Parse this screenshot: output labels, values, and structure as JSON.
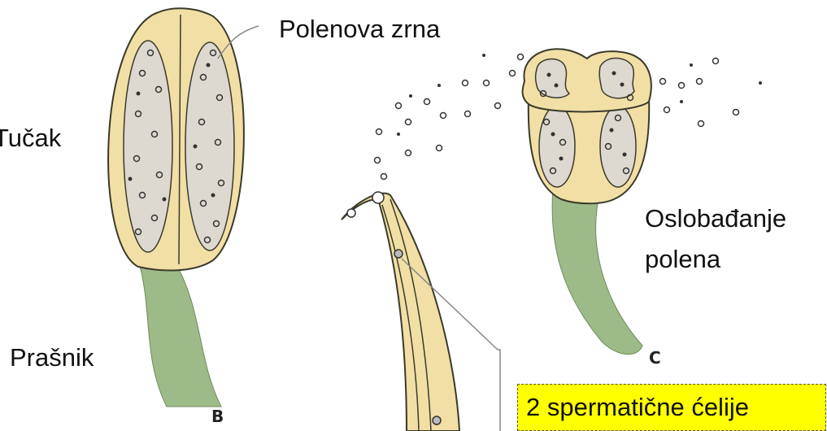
{
  "labels": {
    "pollen_grains": "Polenova zrna",
    "pistil": "Tučak",
    "pollen_release": [
      "Oslobađanje",
      "polena"
    ],
    "stamen": "Prašnik",
    "sperm_cells": "2 spermatične ćelije",
    "figure_b": "B",
    "figure_c": "C"
  },
  "colors": {
    "anther_wall": "#f2dfa6",
    "anther_outline": "#3a3a2a",
    "pollen_sac": "#ddd8d0",
    "filament": "#9dbb88",
    "pollen_tube": "#f2dfa6",
    "highlight_box": "#ffff00"
  }
}
